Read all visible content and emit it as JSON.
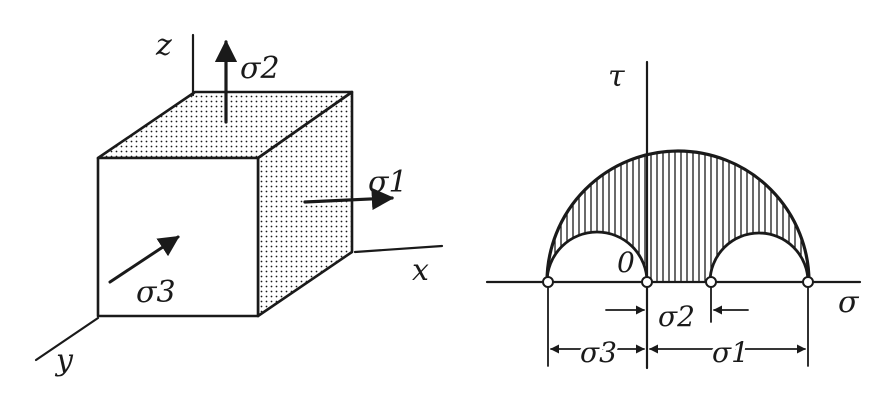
{
  "left_diagram": {
    "axes": {
      "z": "z",
      "x": "x",
      "y": "y"
    },
    "stresses": {
      "sigma2": "σ2",
      "sigma1": "σ1",
      "sigma3": "σ3"
    }
  },
  "right_diagram": {
    "axes": {
      "tau": "τ",
      "sigma": "σ",
      "origin": "0"
    },
    "dimensions": {
      "sigma2": "σ2",
      "sigma3": "σ3",
      "sigma1": "σ1"
    }
  },
  "colors": {
    "ink": "#1a1a1a",
    "paper": "#ffffff"
  }
}
